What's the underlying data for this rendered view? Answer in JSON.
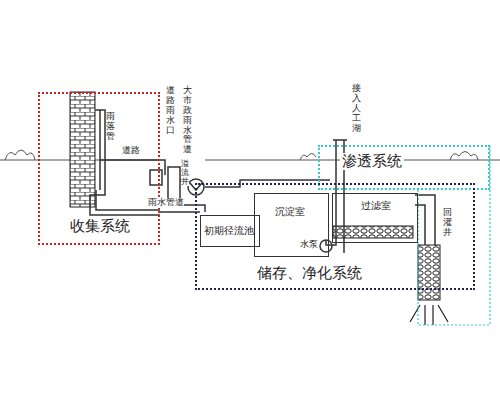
{
  "diagram": {
    "nodes": [
      {
        "text": [
          "收集系统"
        ]
      },
      {
        "text": [
          "渗透系统"
        ]
      },
      {
        "text": [
          "储存、净化系统"
        ]
      },
      {
        "text": [
          "初期径流池"
        ],
        "in": 2
      },
      {
        "text": [
          "沉淀室"
        ],
        "in": 2
      },
      {
        "text": [
          "过滤室"
        ],
        "in": 2
      }
    ],
    "labels": [
      "雨落管",
      "道路",
      "道路雨水口",
      "大市政雨水管道",
      "溢流井",
      "雨水管道",
      "水泵",
      "接入人工湖",
      "回灌井"
    ]
  }
}
